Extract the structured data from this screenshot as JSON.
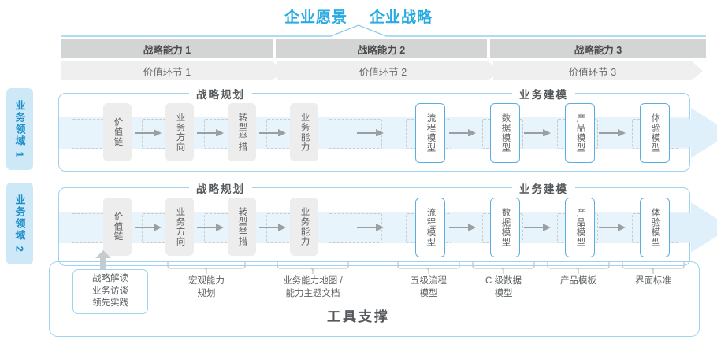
{
  "header": {
    "vision": "企业愿景",
    "strategy": "企业战略"
  },
  "capabilities": [
    {
      "label": "战略能力 1"
    },
    {
      "label": "战略能力 2"
    },
    {
      "label": "战略能力 3"
    }
  ],
  "value_links": [
    {
      "label": "价值环节 1"
    },
    {
      "label": "价值环节 2"
    },
    {
      "label": "价值环节 3"
    }
  ],
  "domains": [
    {
      "tab_label": "业务领域 1",
      "sections": [
        {
          "title": "战略规划"
        },
        {
          "title": "业务建模"
        }
      ],
      "nodes": [
        {
          "label": "价值链",
          "style": "gray"
        },
        {
          "label": "业务方向",
          "style": "gray"
        },
        {
          "label": "转型举措",
          "style": "gray"
        },
        {
          "label": "业务能力",
          "style": "gray"
        },
        {
          "label": "流程模型",
          "style": "blue"
        },
        {
          "label": "数据模型",
          "style": "blue"
        },
        {
          "label": "产品模型",
          "style": "blue"
        },
        {
          "label": "体验模型",
          "style": "blue"
        }
      ]
    },
    {
      "tab_label": "业务领域 2",
      "sections": [
        {
          "title": "战略规划"
        },
        {
          "title": "业务建模"
        }
      ],
      "nodes": [
        {
          "label": "价值链",
          "style": "gray"
        },
        {
          "label": "业务方向",
          "style": "gray"
        },
        {
          "label": "转型举措",
          "style": "gray"
        },
        {
          "label": "业务能力",
          "style": "gray"
        },
        {
          "label": "流程模型",
          "style": "blue"
        },
        {
          "label": "数据模型",
          "style": "blue"
        },
        {
          "label": "产品模型",
          "style": "blue"
        },
        {
          "label": "体验模型",
          "style": "blue"
        }
      ]
    }
  ],
  "tool_support": {
    "title": "工具支撑",
    "pill": "战略解读\n业务访谈\n领先实践",
    "labels": [
      {
        "text": "宏观能力\n规划"
      },
      {
        "text": "业务能力地图 /\n能力主题文档"
      },
      {
        "text": "五级流程\n模型"
      },
      {
        "text": "C 级数据\n模型"
      },
      {
        "text": "产品模板"
      },
      {
        "text": "界面标准"
      }
    ]
  },
  "colors": {
    "accent_blue": "#29ABE2",
    "border_blue": "#9FD2EE",
    "node_blue": "#5BADE0",
    "tab_blue": "#CDE8F7",
    "track_blue": "#E8F4FB",
    "bar_gray": "#D3D4D4",
    "band_gray": "#EFEFEF",
    "node_gray": "#EDEDED",
    "text_gray": "#5d6164"
  }
}
